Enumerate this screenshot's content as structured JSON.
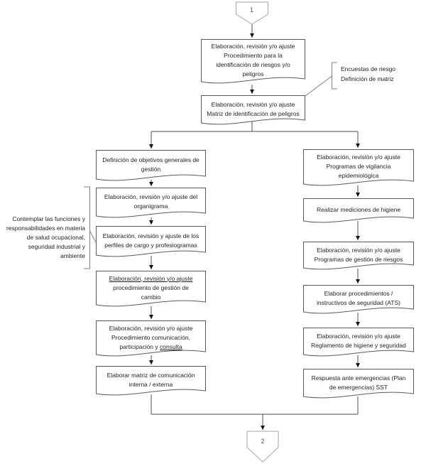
{
  "connectors": {
    "start_label": "1",
    "end_label": "2"
  },
  "nodes": {
    "top": [
      {
        "lines": [
          "Elaboración, revisión y/o ajuste",
          "Procedimiento para la",
          "identificación de riesgos y/o",
          "peligros"
        ]
      },
      {
        "lines": [
          "Elaboración, revisión y/o ajuste",
          "Matriz de identificación de peligros"
        ]
      }
    ],
    "left": [
      {
        "lines": [
          "Definición de objetivos generales de",
          "gestión"
        ]
      },
      {
        "lines": [
          "Elaboración, revisión y/o ajuste del",
          "organigrama"
        ]
      },
      {
        "lines": [
          "Elaboración, revisión y ajuste de los",
          "perfiles de cargo y profesiogramas"
        ]
      },
      {
        "lines": [
          "Elaboración, revisión y/o ajuste",
          "procedimiento de gestión de",
          "cambio"
        ]
      },
      {
        "lines": [
          "Elaboración, revisión y/o ajuste",
          "Procedimiento comunicación,",
          "participación y "
        ],
        "underlined_suffix": "consulta"
      },
      {
        "lines": [
          "Elaborar matriz de comunicación",
          "interna / externa"
        ]
      }
    ],
    "right": [
      {
        "lines": [
          "Elaboración, revisión y/o ajuste",
          "Programas de vigilancia",
          "epidemiológica"
        ]
      },
      {
        "lines": [
          "Realizar mediciones de higiene"
        ]
      },
      {
        "lines": [
          "Elaboración, revisión y/o ajuste",
          "Programas de gestión de riesgos"
        ]
      },
      {
        "lines": [
          "Elaborar procedimientos /",
          "instructivos de seguridad (ATS)"
        ]
      },
      {
        "lines": [
          "Elaboración, revisión y/o ajuste",
          "Reglamento de higiene y seguridad"
        ]
      },
      {
        "lines": [
          "Respuesta ante emergencias (Plan",
          "de emergencias) SST"
        ]
      }
    ]
  },
  "annotations": {
    "right": {
      "lines": [
        "Encuestas de riesgo",
        "Definición de matriz"
      ]
    },
    "left": {
      "lines": [
        "Contemplar las funciones y",
        "responsabilidades en materia",
        "de salud ocupacional,",
        "seguridad industrial y",
        "ambiente"
      ]
    }
  },
  "colors": {
    "box_stroke": "#595959",
    "connector_line": "#4d4d4d",
    "arrowhead": "#141414",
    "pentagon_stroke": "#a6a6a6",
    "bracket": "#808080",
    "text": "#1f1f1f",
    "connector_number": "#44546a"
  }
}
